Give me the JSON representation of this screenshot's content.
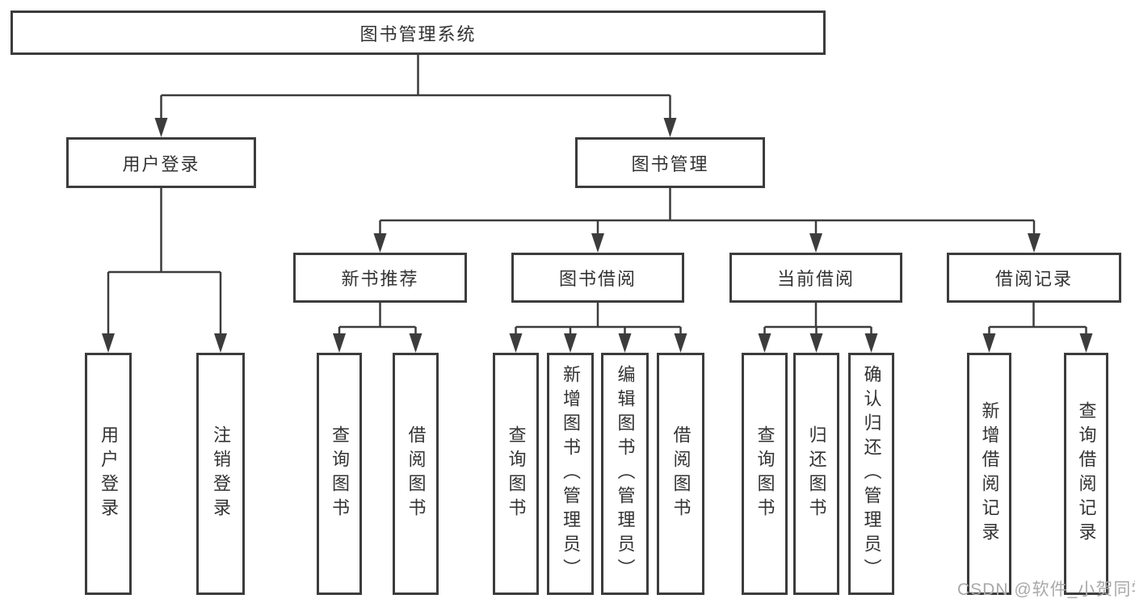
{
  "colors": {
    "line": "#3c3c3c",
    "text": "#333333",
    "watermark": "#a9a9a9",
    "background": "#ffffff"
  },
  "diagram": {
    "root": {
      "label": "图书管理系统"
    },
    "level2": [
      {
        "label": "用户登录",
        "children": [
          {
            "label": "用户登录"
          },
          {
            "label": "注销登录"
          }
        ]
      },
      {
        "label": "图书管理",
        "children": [
          {
            "label": "新书推荐",
            "children": [
              {
                "label": "查询图书"
              },
              {
                "label": "借阅图书"
              }
            ]
          },
          {
            "label": "图书借阅",
            "children": [
              {
                "label": "查询图书"
              },
              {
                "label": "新增图书（管理员）"
              },
              {
                "label": "编辑图书（管理员）"
              },
              {
                "label": "借阅图书"
              }
            ]
          },
          {
            "label": "当前借阅",
            "children": [
              {
                "label": "查询图书"
              },
              {
                "label": "归还图书"
              },
              {
                "label": "确认归还（管理员）"
              }
            ]
          },
          {
            "label": "借阅记录",
            "children": [
              {
                "label": "新增借阅记录"
              },
              {
                "label": "查询借阅记录"
              }
            ]
          }
        ]
      }
    ]
  },
  "watermark": {
    "text": "CSDN @软件_小贺同学"
  }
}
